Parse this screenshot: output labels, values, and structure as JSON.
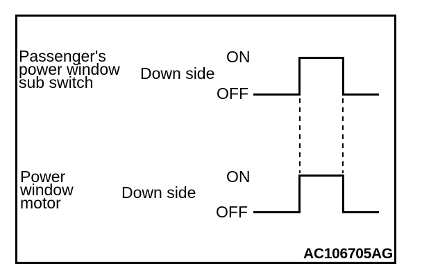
{
  "colors": {
    "ink": "#000000",
    "background": "#ffffff"
  },
  "figure_code": "AC106705AG",
  "signals": [
    {
      "name_lines": [
        "Passenger's",
        "power window",
        "sub switch"
      ],
      "direction_label": "Down side",
      "on_label": "ON",
      "off_label": "OFF",
      "waveform_states": [
        "OFF",
        "ON",
        "OFF"
      ]
    },
    {
      "name_lines": [
        "Power",
        "window",
        "motor"
      ],
      "direction_label": "Down side",
      "on_label": "ON",
      "off_label": "OFF",
      "waveform_states": [
        "OFF",
        "ON",
        "OFF"
      ]
    }
  ],
  "sync_note": "dashed lines align the switch ON/OFF edges with the motor ON/OFF edges"
}
